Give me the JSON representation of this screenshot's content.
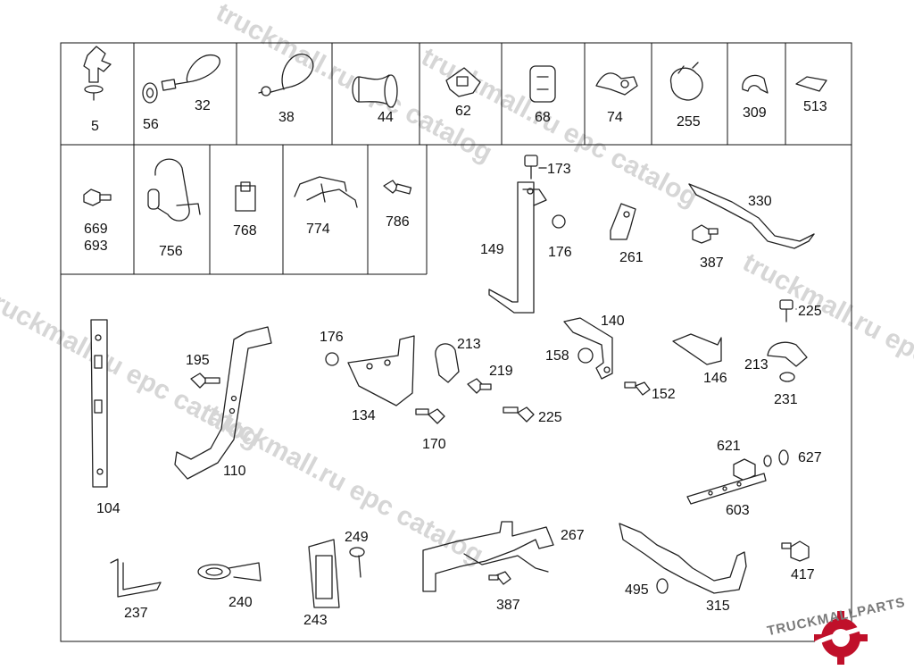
{
  "watermark": {
    "text_a": "truckmall.ru epc catalog",
    "text_b": "truckmall.ru epc catalog",
    "text_c": "truckmall.ru epc catalog",
    "text_d": "truckmall.ru epc catalog",
    "text_e": "truckmall.ru epc catalog"
  },
  "brand": {
    "name": "TRUCKMALLPARTS",
    "accent": "#c0102a"
  },
  "parts": {
    "p5": "5",
    "p56": "56",
    "p32": "32",
    "p38": "38",
    "p44": "44",
    "p62": "62",
    "p68": "68",
    "p74": "74",
    "p255": "255",
    "p309": "309",
    "p513": "513",
    "p669": "669",
    "p693": "693",
    "p756": "756",
    "p768": "768",
    "p774": "774",
    "p786": "786",
    "p173": "173",
    "p149": "149",
    "p176a": "176",
    "p261": "261",
    "p330": "330",
    "p387a": "387",
    "p104": "104",
    "p195": "195",
    "p110": "110",
    "p176b": "176",
    "p134": "134",
    "p213a": "213",
    "p219": "219",
    "p170": "170",
    "p225a": "225",
    "p140": "140",
    "p158": "158",
    "p152": "152",
    "p146": "146",
    "p225b": "225",
    "p213b": "213",
    "p231": "231",
    "p621": "621",
    "p627": "627",
    "p603": "603",
    "p237": "237",
    "p240": "240",
    "p249": "249",
    "p243": "243",
    "p267": "267",
    "p387b": "387",
    "p495": "495",
    "p315": "315",
    "p417": "417"
  }
}
